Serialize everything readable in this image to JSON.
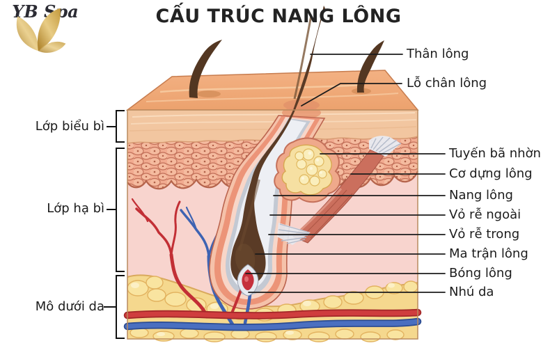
{
  "title": "CẤU TRÚC NANG LÔNG",
  "logo": {
    "brand": "YB Spa",
    "icon": "gold-butterfly-icon"
  },
  "layer_labels": [
    {
      "text": "Lớp biểu bì"
    },
    {
      "text": "Lớp hạ bì"
    },
    {
      "text": "Mô dưới da"
    }
  ],
  "part_labels": [
    {
      "text": "Thân lông"
    },
    {
      "text": "Lỗ chân lông"
    },
    {
      "text": "Tuyến bã nhờn"
    },
    {
      "text": "Cơ dựng lông"
    },
    {
      "text": "Nang lông"
    },
    {
      "text": "Vỏ rễ ngoài"
    },
    {
      "text": "Vỏ rễ trong"
    },
    {
      "text": "Ma trận lông"
    },
    {
      "text": "Bóng lông"
    },
    {
      "text": "Nhú da"
    }
  ],
  "colors": {
    "skin_top": "#efa673",
    "stratum_corneum": "#f2c6a0",
    "epidermis_cells": "#f3b79c",
    "dermis": "#f8d4ce",
    "fat": "#f5d88e",
    "artery_red": "#c22f35",
    "vein_blue": "#3e63b2",
    "hair_brown": "#5a3b26",
    "gland_yellow": "#f6e0a2",
    "muscle_red": "#cb6f5d",
    "sheath_salmon": "#ec9478",
    "logo_gold": "#c79a3e",
    "label_ink": "#1b1b1b"
  }
}
